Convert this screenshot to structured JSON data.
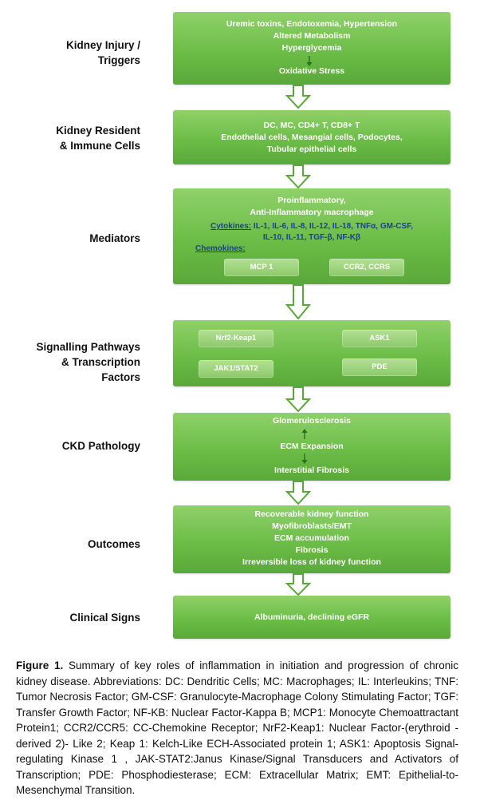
{
  "rows": [
    {
      "label": "Kidney Injury /\nTriggers"
    },
    {
      "label": "Kidney Resident\n& Immune Cells"
    },
    {
      "label": "Mediators"
    },
    {
      "label": "Signalling Pathways\n& Transcription\nFactors"
    },
    {
      "label": "CKD Pathology"
    },
    {
      "label": "Outcomes"
    },
    {
      "label": "Clinical Signs"
    }
  ],
  "triggers": {
    "l1": "Uremic toxins, Endotoxemia, Hypertension",
    "l2": "Altered Metabolism",
    "l3": "Hyperglycemia",
    "l4": "Oxidative Stress"
  },
  "cells": {
    "l1": "DC, MC, CD4+ T, CD8+ T",
    "l2": "Endothelial cells, Mesangial cells, Podocytes,",
    "l3": "Tubular epithelial cells"
  },
  "mediators": {
    "l1": "Proinflammatory,",
    "l2": "Anti-Inflammatory macrophage",
    "cytokines_label": "Cytokines:",
    "cytokines_l1": " IL-1, IL-6, IL-8, IL-12, IL-18, TNFα, GM-CSF,",
    "cytokines_l2": "IL-10, IL-11, TGF-β, NF-Kβ",
    "chemokines_label": "Chemokines:",
    "pill1": "MCP 1",
    "pill2": "CCR2, CCRS"
  },
  "signalling": {
    "pill1": "Nrf2-Keap1",
    "pill2": "ASK1",
    "pill3": "JAK1/STAT2",
    "pill4": "PDE"
  },
  "pathology": {
    "l1": "Glomerulosclerosis",
    "l2": "ECM Expansion",
    "l3": "Interstitial Fibrosis"
  },
  "outcomes": {
    "l1": "Recoverable kidney function",
    "l2": "Myofibroblasts/EMT",
    "l3": "ECM accumulation",
    "l4": "Fibrosis",
    "l5": "Irreversible loss of kidney function"
  },
  "clinical": {
    "l1": "Albuminuria, declining eGFR"
  },
  "caption": {
    "fig": "Figure 1.",
    "text": " Summary of key roles of inflammation in initiation and progression of chronic kidney disease. Abbreviations: DC: Dendritic Cells; MC: Macrophages; IL: Interleukins; TNF: Tumor Necrosis Factor; GM-CSF: Granulocyte-Macrophage Colony Stimulating Factor; TGF: Transfer Growth Factor; NF-KB: Nuclear Factor-Kappa B; MCP1: Monocyte Chemoattractant Protein1; CCR2/CCR5: CC-Chemokine Receptor; NrF2-Keap1: Nuclear Factor-(erythroid -derived 2)- Like 2; Keap 1: Kelch-Like ECH-Associated protein 1; ASK1: Apoptosis Signal-regulating Kinase 1 , JAK-STAT2:Janus Kinase/Signal Transducers and Activators of Transcription; PDE: Phosphodiesterase; ECM: Extracellular Matrix; EMT: Epithelial-to-Mesenchymal Transition."
  },
  "colors": {
    "box_green": "#6cbd47",
    "pill_green": "#a4d884",
    "link_blue": "#1a3fa0",
    "arrow_outline": "#5aa83a"
  }
}
